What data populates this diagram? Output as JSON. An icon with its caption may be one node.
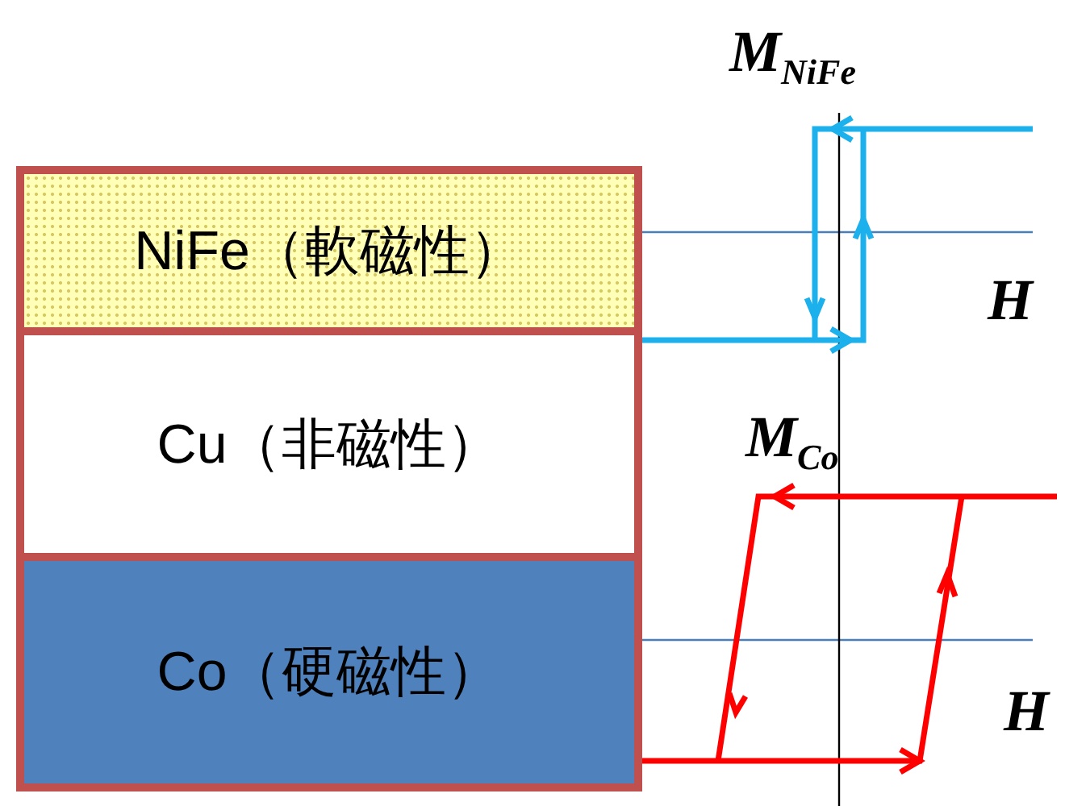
{
  "diagram": {
    "nodes": [
      {
        "text": [
          "NiFe（軟磁性）"
        ]
      },
      {
        "text": [
          "Cu（非磁性）"
        ]
      },
      {
        "text": [
          "Co（硬磁性）"
        ]
      }
    ],
    "edges": [],
    "labels": [
      "M$_{NiFe}$",
      "H",
      "M$_{Co}$",
      "H"
    ]
  }
}
